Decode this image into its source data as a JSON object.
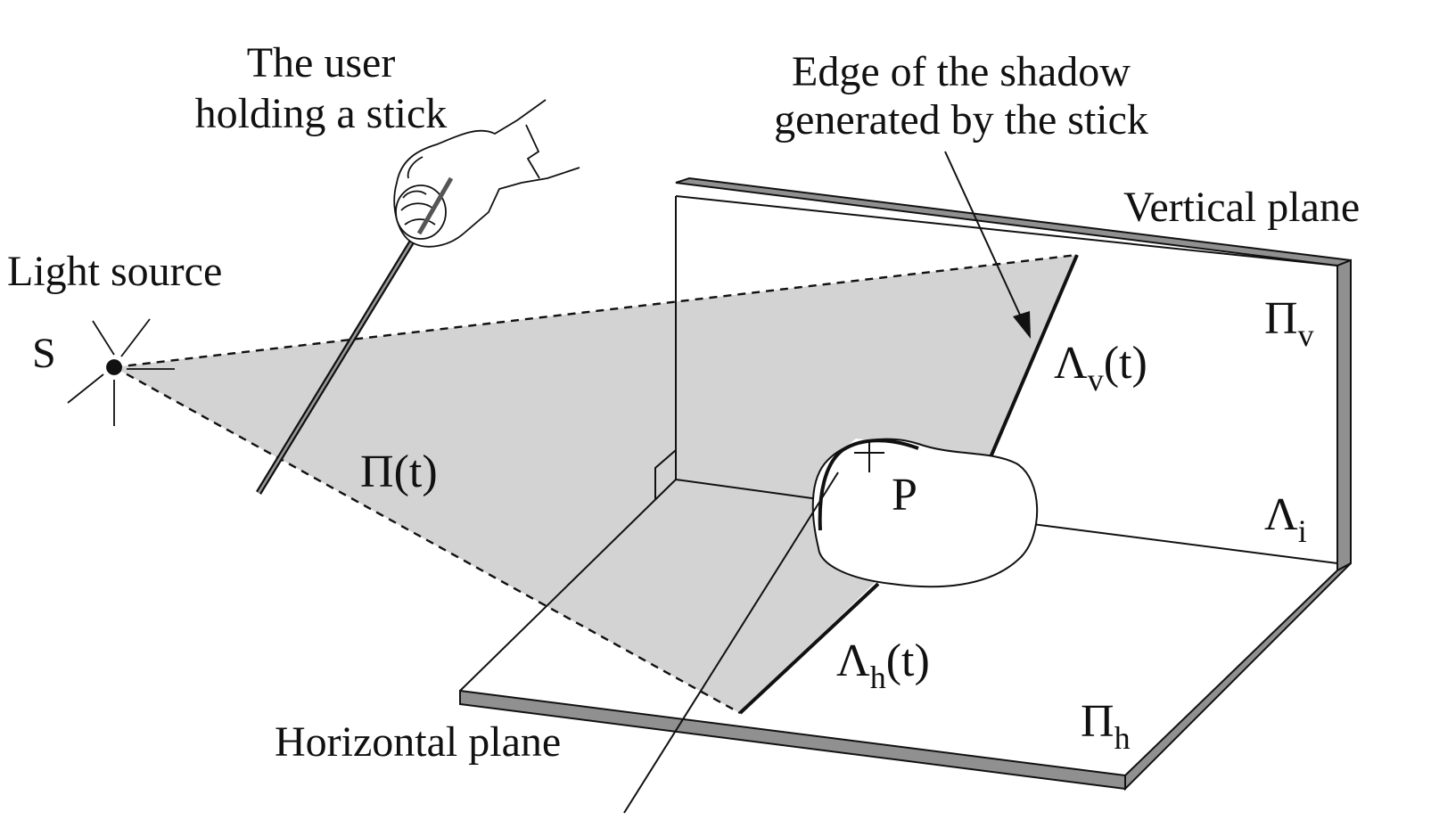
{
  "labels": {
    "user": [
      "The user",
      "holding a stick"
    ],
    "shadow_edge": [
      "Edge of the shadow",
      "generated by the stick"
    ],
    "light_source": "Light source",
    "source_symbol": "S",
    "vertical_plane": "Vertical plane",
    "horizontal_plane": "Horizontal plane",
    "point": "P"
  },
  "symbols": {
    "plane_t": {
      "main": "Π",
      "rest": "(t)"
    },
    "pi_v": {
      "main": "Π",
      "sub": "v"
    },
    "pi_h": {
      "main": "Π",
      "sub": "h"
    },
    "lambda_v": {
      "main": "Λ",
      "sub": "v",
      "rest": "(t)"
    },
    "lambda_h": {
      "main": "Λ",
      "sub": "h",
      "rest": "(t)"
    },
    "lambda_i": {
      "main": "Λ",
      "sub": "i"
    }
  },
  "colors": {
    "shadow_fill": "#d3d3d3",
    "plane_edge_fill": "#909090",
    "ink": "#111111",
    "background": "#ffffff"
  }
}
